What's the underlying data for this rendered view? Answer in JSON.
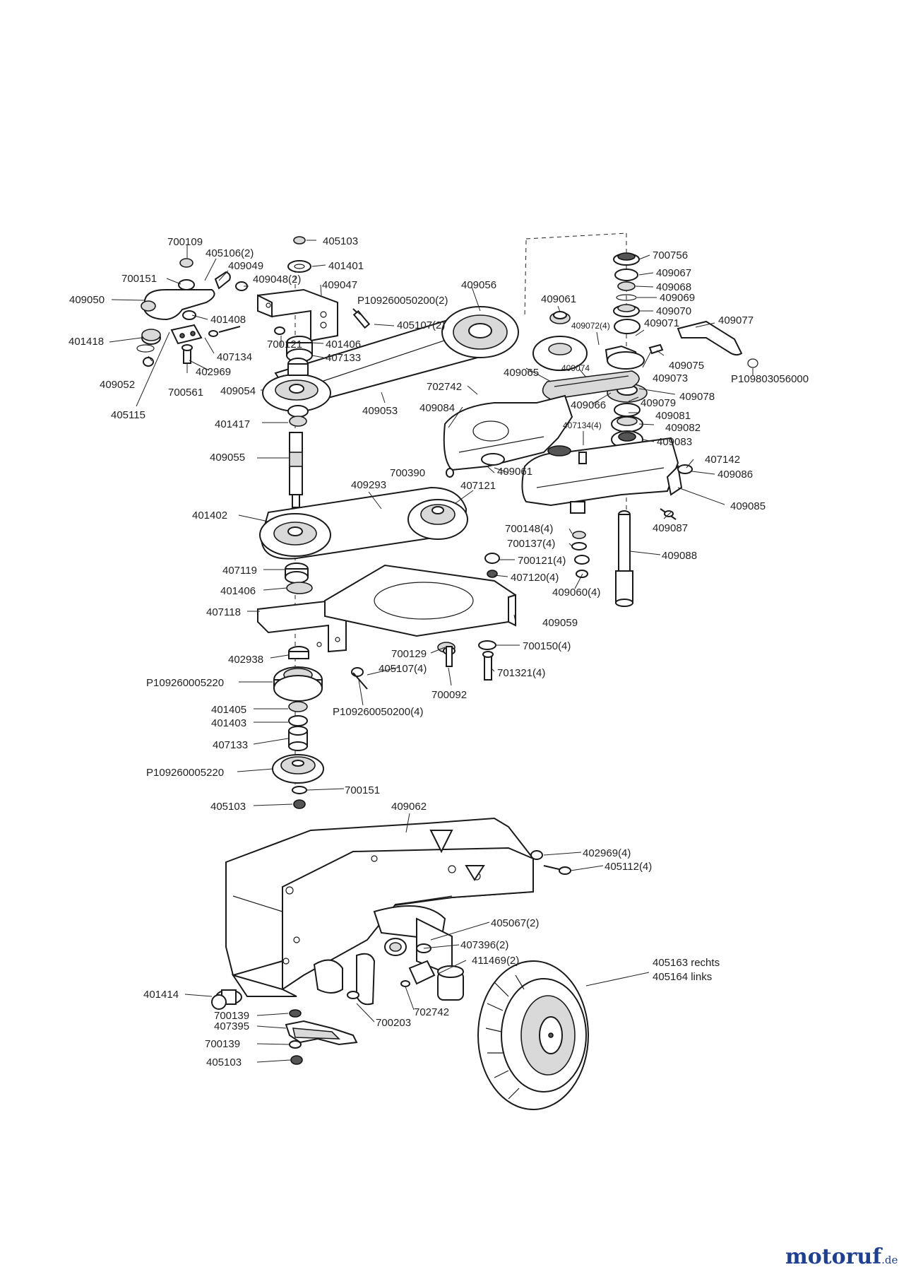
{
  "parts": [
    {
      "id": "p1",
      "text": "700109"
    },
    {
      "id": "p2",
      "text": "405106(2)"
    },
    {
      "id": "p3",
      "text": "409049"
    },
    {
      "id": "p4",
      "text": "409048(2)"
    },
    {
      "id": "p5",
      "text": "700151"
    },
    {
      "id": "p6",
      "text": "409050"
    },
    {
      "id": "p7",
      "text": "401408"
    },
    {
      "id": "p8",
      "text": "401418"
    },
    {
      "id": "p9",
      "text": "407134"
    },
    {
      "id": "p10",
      "text": "402969"
    },
    {
      "id": "p11",
      "text": "409052"
    },
    {
      "id": "p12",
      "text": "700561"
    },
    {
      "id": "p13",
      "text": "405115"
    },
    {
      "id": "p14",
      "text": "405103"
    },
    {
      "id": "p15",
      "text": "401401"
    },
    {
      "id": "p16",
      "text": "409047"
    },
    {
      "id": "p17",
      "text": "P109260050200(2)"
    },
    {
      "id": "p18",
      "text": "405107(2)"
    },
    {
      "id": "p19",
      "text": "700121"
    },
    {
      "id": "p20",
      "text": "401406"
    },
    {
      "id": "p21",
      "text": "407133"
    },
    {
      "id": "p22",
      "text": "409054"
    },
    {
      "id": "p23",
      "text": "409056"
    },
    {
      "id": "p24",
      "text": "409053"
    },
    {
      "id": "p25",
      "text": "401417"
    },
    {
      "id": "p26",
      "text": "409055"
    },
    {
      "id": "p27",
      "text": "700756"
    },
    {
      "id": "p28",
      "text": "409067"
    },
    {
      "id": "p29",
      "text": "409068"
    },
    {
      "id": "p30",
      "text": "409069"
    },
    {
      "id": "p31",
      "text": "409070"
    },
    {
      "id": "p32",
      "text": "409061"
    },
    {
      "id": "p33",
      "text": "409072(4)"
    },
    {
      "id": "p34",
      "text": "409071"
    },
    {
      "id": "p35",
      "text": "409077"
    },
    {
      "id": "p36",
      "text": "409075"
    },
    {
      "id": "p37",
      "text": "409073"
    },
    {
      "id": "p38",
      "text": "P109803056000"
    },
    {
      "id": "p39",
      "text": "409065"
    },
    {
      "id": "p40",
      "text": "409074"
    },
    {
      "id": "p41",
      "text": "409078"
    },
    {
      "id": "p42",
      "text": "702742"
    },
    {
      "id": "p43",
      "text": "409084"
    },
    {
      "id": "p44",
      "text": "409066"
    },
    {
      "id": "p45",
      "text": "409079"
    },
    {
      "id": "p46",
      "text": "409081"
    },
    {
      "id": "p47",
      "text": "407134(4)"
    },
    {
      "id": "p48",
      "text": "409082"
    },
    {
      "id": "p49",
      "text": "409083"
    },
    {
      "id": "p50",
      "text": "407142"
    },
    {
      "id": "p51",
      "text": "409086"
    },
    {
      "id": "p52",
      "text": "700390"
    },
    {
      "id": "p53",
      "text": "409061"
    },
    {
      "id": "p54",
      "text": "409293"
    },
    {
      "id": "p55",
      "text": "407121"
    },
    {
      "id": "p56",
      "text": "409085"
    },
    {
      "id": "p57",
      "text": "401402"
    },
    {
      "id": "p58",
      "text": "409087"
    },
    {
      "id": "p59",
      "text": "700148(4)"
    },
    {
      "id": "p60",
      "text": "700137(4)"
    },
    {
      "id": "p61",
      "text": "409088"
    },
    {
      "id": "p62",
      "text": "700121(4)"
    },
    {
      "id": "p63",
      "text": "407119"
    },
    {
      "id": "p64",
      "text": "407120(4)"
    },
    {
      "id": "p65",
      "text": "401406"
    },
    {
      "id": "p66",
      "text": "409060(4)"
    },
    {
      "id": "p67",
      "text": "407118"
    },
    {
      "id": "p68",
      "text": "409059"
    },
    {
      "id": "p69",
      "text": "700129"
    },
    {
      "id": "p70",
      "text": "700150(4)"
    },
    {
      "id": "p71",
      "text": "402938"
    },
    {
      "id": "p72",
      "text": "405107(4)"
    },
    {
      "id": "p73",
      "text": "701321(4)"
    },
    {
      "id": "p74",
      "text": "P109260005220"
    },
    {
      "id": "p75",
      "text": "700092"
    },
    {
      "id": "p76",
      "text": "401405"
    },
    {
      "id": "p77",
      "text": "P109260050200(4)"
    },
    {
      "id": "p78",
      "text": "401403"
    },
    {
      "id": "p79",
      "text": "407133"
    },
    {
      "id": "p80",
      "text": "P109260005220"
    },
    {
      "id": "p81",
      "text": "700151"
    },
    {
      "id": "p82",
      "text": "405103"
    },
    {
      "id": "p83",
      "text": "409062"
    },
    {
      "id": "p84",
      "text": "402969(4)"
    },
    {
      "id": "p85",
      "text": "405112(4)"
    },
    {
      "id": "p86",
      "text": "405067(2)"
    },
    {
      "id": "p87",
      "text": "407396(2)"
    },
    {
      "id": "p88",
      "text": "411469(2)"
    },
    {
      "id": "p89",
      "text": "405163 rechts"
    },
    {
      "id": "p90",
      "text": "405164 links"
    },
    {
      "id": "p91",
      "text": "401414"
    },
    {
      "id": "p92",
      "text": "702742"
    },
    {
      "id": "p93",
      "text": "700139"
    },
    {
      "id": "p94",
      "text": "407395"
    },
    {
      "id": "p95",
      "text": "700203"
    },
    {
      "id": "p96",
      "text": "700139"
    },
    {
      "id": "p97",
      "text": "405103"
    }
  ],
  "watermark": {
    "brand": "motoruf",
    "tld": ".de",
    "color": "#1f3f8f",
    "accent": "#e07a10"
  }
}
